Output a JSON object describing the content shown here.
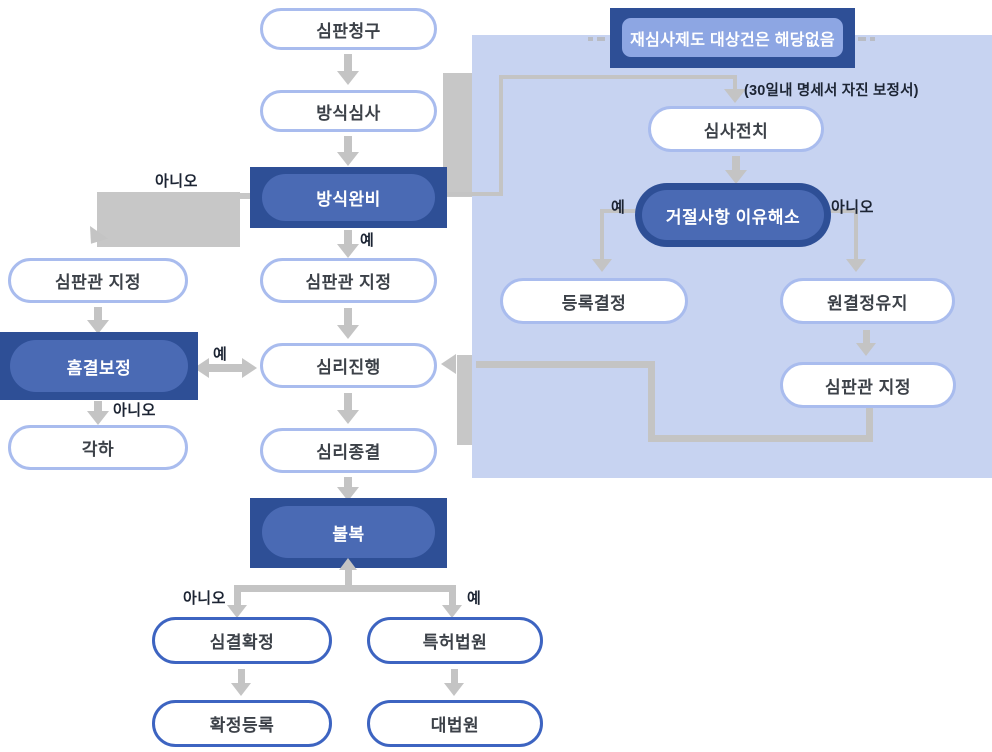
{
  "colors": {
    "panel_bg": "#c7d3f1",
    "dark_navy": "#2e4f96",
    "medium_blue": "#4a6ab4",
    "header_inner_blue": "#8da6e3",
    "pill_border_light": "#a9bcee",
    "pill_border_strong": "#3d64c1",
    "connector_gray": "#c4c4c4",
    "label_text": "#1c2433"
  },
  "nodes": {
    "trial_request": "심판청구",
    "formality_exam": "방식심사",
    "formality_complete": "방식완비",
    "judge_assign_left": "심판관 지정",
    "defect_correction": "흠결보정",
    "dismissal": "각하",
    "judge_assign_center": "심판관 지정",
    "hearing_proceed": "심리진행",
    "hearing_close": "심리종결",
    "appeal": "불복",
    "decision_final": "심결확정",
    "final_registration": "확정등록",
    "patent_court": "특허법원",
    "supreme_court": "대법원",
    "panel_header": "재심사제도 대상건은 해당없음",
    "note_30days": "(30일내 명세서 자진 보정서)",
    "pre_exam": "심사전치",
    "rejection_resolved": "거절사항 이유해소",
    "registration_decision": "등록결정",
    "original_decision_kept": "원결정유지",
    "judge_assign_right": "심판관 지정"
  },
  "labels": {
    "formality_no": "아니오",
    "formality_yes": "예",
    "defect_yes": "예",
    "defect_no": "아니오",
    "appeal_no": "아니오",
    "appeal_yes": "예",
    "rejection_yes": "예",
    "rejection_no": "아니오"
  }
}
